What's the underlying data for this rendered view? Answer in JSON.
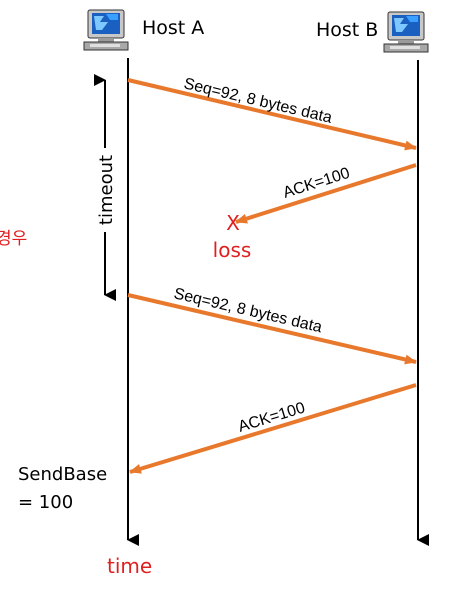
{
  "hosts": {
    "a_label": "Host A",
    "b_label": "Host B"
  },
  "messages": {
    "first": "Seq=92, 8 bytes data",
    "first_ack": "ACK=100",
    "retransmit": "Seq=92, 8 bytes data",
    "second_ack": "ACK=100"
  },
  "loss": {
    "mark": "X",
    "label": "loss"
  },
  "timeout_label": "timeout",
  "sendbase": {
    "line1": "SendBase",
    "line2": "= 100"
  },
  "time_label": "time",
  "left_cut_text": "경우",
  "colors": {
    "arrow": "#e8792c",
    "red": "#e02020",
    "line": "#000000"
  },
  "icons": [
    "computer-icon",
    "computer-icon"
  ]
}
